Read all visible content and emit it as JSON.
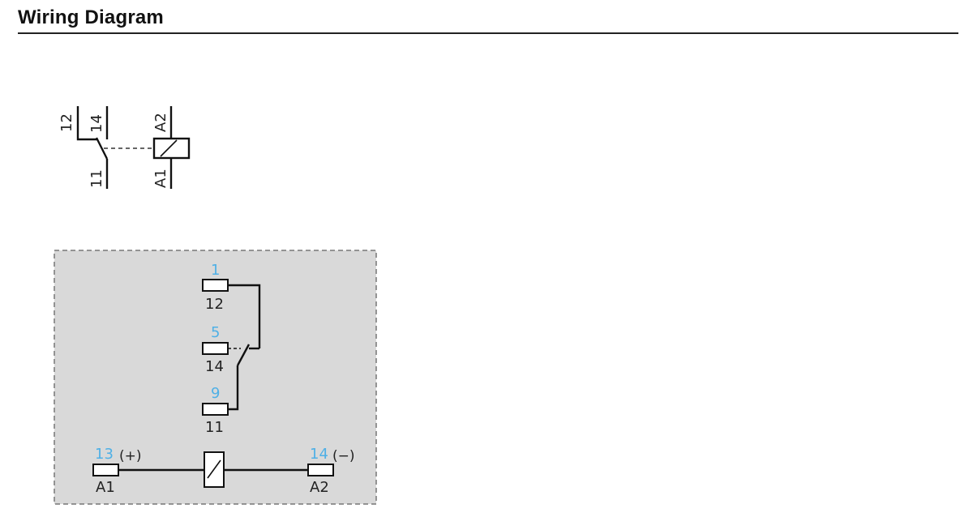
{
  "header": {
    "title": "Wiring Diagram"
  },
  "schematic": {
    "contact_labels": {
      "nc": "12",
      "no": "14",
      "common": "11"
    },
    "coil_labels": {
      "top": "A2",
      "bottom": "A1"
    }
  },
  "socket": {
    "contacts": [
      {
        "pin": "1",
        "terminal": "12"
      },
      {
        "pin": "5",
        "terminal": "14"
      },
      {
        "pin": "9",
        "terminal": "11"
      }
    ],
    "coil_left": {
      "pin": "13",
      "polarity": "(+)",
      "terminal": "A1"
    },
    "coil_right": {
      "pin": "14",
      "polarity": "(−)",
      "terminal": "A2"
    }
  },
  "colors": {
    "pin_number": "#4fb0e6",
    "panel_bg": "#d9d9d9",
    "line": "#111111"
  }
}
